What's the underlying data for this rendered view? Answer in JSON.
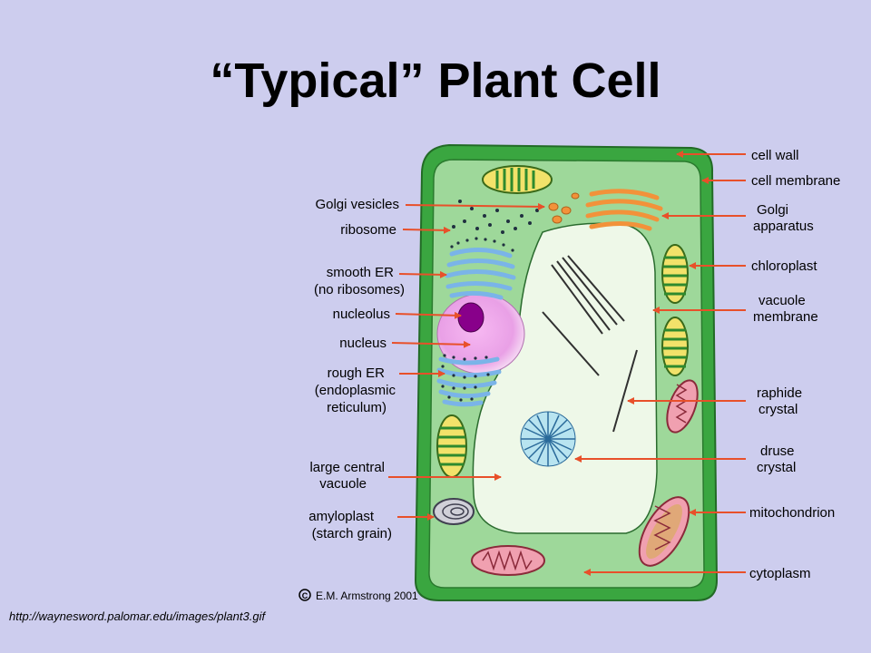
{
  "slide": {
    "title": "“Typical” Plant Cell",
    "source_url": "http://waynesword.palomar.edu/images/plant3.gif"
  },
  "diagram": {
    "copyright": "E.M. Armstrong 2001",
    "arrow_color": "#e8502a",
    "colors": {
      "cell_wall": "#3aa640",
      "cytoplasm": "#9ed89a",
      "vacuole": "#eef8e8",
      "nucleus": "#f2a8ea",
      "nucleolus": "#88008a",
      "golgi": "#f2923a",
      "er": "#7ab4e8",
      "chloroplast": "#f2e26a",
      "mitochondrion": "#f0a0b0"
    },
    "labels": {
      "golgi_vesicles": "Golgi vesicles",
      "ribosome": "ribosome",
      "smooth_er_1": "smooth ER",
      "smooth_er_2": "(no ribosomes)",
      "nucleolus": "nucleolus",
      "nucleus": "nucleus",
      "rough_er_1": "rough ER",
      "rough_er_2": "(endoplasmic",
      "rough_er_3": "reticulum)",
      "large_vacuole_1": "large central",
      "large_vacuole_2": "vacuole",
      "amyloplast_1": "amyloplast",
      "amyloplast_2": "(starch grain)",
      "cell_wall": "cell wall",
      "cell_membrane": "cell membrane",
      "golgi_1": "Golgi",
      "golgi_2": "apparatus",
      "chloroplast": "chloroplast",
      "vacuole_membrane_1": "vacuole",
      "vacuole_membrane_2": "membrane",
      "raphide_1": "raphide",
      "raphide_2": "crystal",
      "druse_1": "druse",
      "druse_2": "crystal",
      "mitochondrion": "mitochondrion",
      "cytoplasm": "cytoplasm"
    }
  }
}
